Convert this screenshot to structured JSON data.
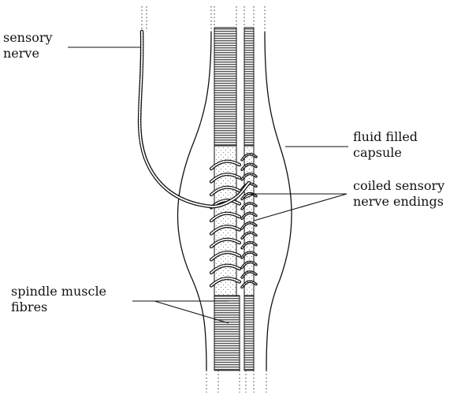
{
  "labels": {
    "sensory_nerve": "sensory\nnerve",
    "capsule": "fluid filled\ncapsule",
    "endings": "coiled sensory\nnerve endings",
    "fibres": "spindle muscle\nfibres"
  },
  "colors": {
    "ink": "#111111",
    "background": "#ffffff"
  }
}
